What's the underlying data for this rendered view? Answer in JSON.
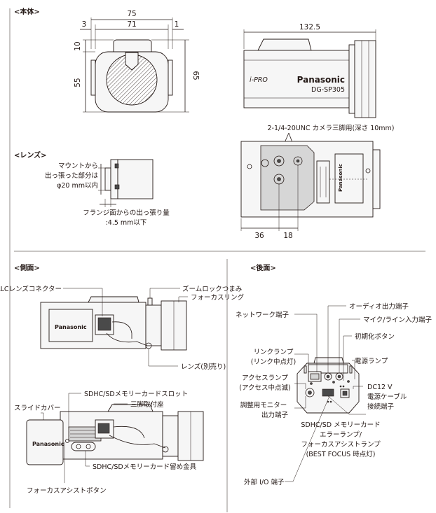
{
  "sections": {
    "body": "<本体>",
    "lens": "<レンズ>",
    "side": "<側面>",
    "rear": "<後面>"
  },
  "dimensions": {
    "front_width": "75",
    "front_inner": "71",
    "front_left": "3",
    "front_right": "1",
    "front_top": "10",
    "front_lower": "55",
    "front_height": "65",
    "top_length": "132.5",
    "bottom_left": "36",
    "bottom_mid": "18"
  },
  "brand": {
    "logo": "Panasonic",
    "model": "DG-SP305",
    "series": "i-PRO"
  },
  "labels": {
    "tripod_hole": "2-1/4-20UNC カメラ三脚用(深さ 10mm)",
    "mount_1": "マウントから",
    "mount_2": "出っ張った部分は",
    "mount_3": "φ20 mm以内",
    "flange_1": "フランジ面からの出っ張り量",
    "flange_2": ":4.5 mm以下",
    "zoom_lock": "ズームロックつまみ",
    "alc": "ALCレンズコネクター",
    "focus_ring": "フォーカスリング",
    "lens_sold": "レンズ(別売り)",
    "sd_slot": "SDHC/SDメモリーカードスロット",
    "tripod_base": "三脚取付座",
    "slide_cover": "スライドカバー",
    "sd_clip": "SDHC/SDメモリーカード留め金具",
    "focus_assist_btn": "フォーカスアシストボタン",
    "network": "ネットワーク端子",
    "audio_out": "オーディオ出力端子",
    "mic_in": "マイク/ライン入力端子",
    "init_btn": "初期化ボタン",
    "link_lamp_1": "リンクランプ",
    "link_lamp_2": "(リンク中点灯)",
    "power_lamp": "電源ランプ",
    "access_lamp_1": "アクセスランプ",
    "access_lamp_2": "(アクセス中点滅)",
    "dc12_1": "DC12 V",
    "dc12_2": "電源ケーブル",
    "dc12_3": "接続端子",
    "monitor_1": "調整用モニター",
    "monitor_2": "出力端子",
    "sd_lamp_1": "SDHC/SD メモリーカード",
    "sd_lamp_2": "エラーランプ/",
    "sd_lamp_3": "フォーカスアシストランプ",
    "sd_lamp_4": "(BEST FOCUS 時点灯)",
    "ext_io": "外部 I/O 端子"
  }
}
